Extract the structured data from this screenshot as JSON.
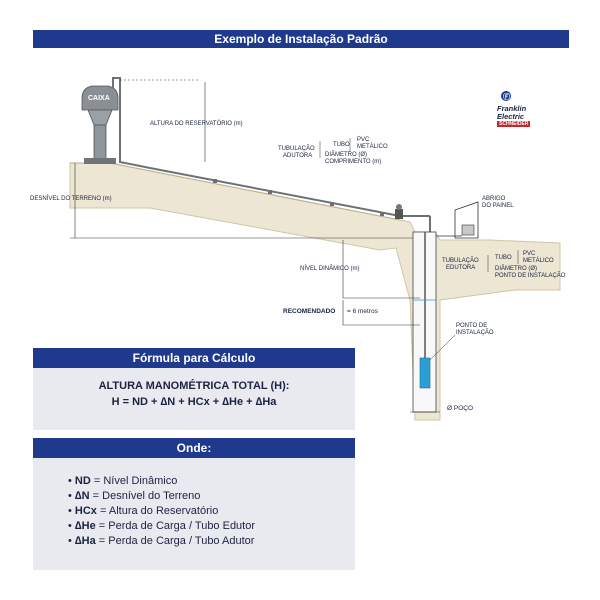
{
  "title": "Exemplo de Instalação Padrão",
  "brand": {
    "line1": "Franklin",
    "line2": "Electric",
    "tag": "SCHNEIDER"
  },
  "labels": {
    "caixa": "CAIXA",
    "altura_reservatorio": "ALTURA DO RESERVATÓRIO (m)",
    "tubulacao_adutora_1": "TUBULAÇÃO",
    "tubulacao_adutora_2": "ADUTORA",
    "tubo": "TUBO",
    "pvc": "PVC",
    "metalico": "METÁLICO",
    "diametro": "DIÂMETRO (Ø)",
    "comprimento": "COMPRIMENTO (m)",
    "desnivel": "DESNÍVEL DO TERRENO (m)",
    "abrigo_1": "ABRIGO",
    "abrigo_2": "DO PAINEL",
    "nivel_dinamico": "NÍVEL DINÂMICO (m)",
    "tubulacao_edutora_1": "TUBULAÇÃO",
    "tubulacao_edutora_2": "EDUTORA",
    "tubo_2": "TUBO",
    "pvc_2": "PVC",
    "metalico_2": "METÁLICO",
    "diametro_2": "DIÂMETRO (Ø)",
    "ponto_instalacao": "PONTO DE INSTALAÇÃO",
    "recomendado": "RECOMENDADO",
    "seis_metros": "= 6 metros",
    "ponto_de_1": "PONTO DE",
    "ponto_de_2": "INSTALAÇÃO",
    "poco": "Ø POÇO"
  },
  "formula": {
    "heading": "Fórmula para Cálculo",
    "line1": "ALTURA MANOMÉTRICA TOTAL (H):",
    "line2": "H = ND + ∆N + HCx + ∆He + ∆Ha"
  },
  "onde": {
    "heading": "Onde:",
    "items": [
      {
        "term": "ND",
        "desc": " = Nível Dinâmico"
      },
      {
        "term": "∆N",
        "desc": " = Desnível do Terreno"
      },
      {
        "term": "HCx",
        "desc": " = Altura do Reservatório"
      },
      {
        "term": "∆He",
        "desc": " = Perda de Carga / Tubo Edutor"
      },
      {
        "term": "∆Ha",
        "desc": " = Perda de Carga / Tubo Adutor"
      }
    ]
  },
  "colors": {
    "banner": "#1f3a8c",
    "ground": "#ece6d3",
    "pump": "#2a9fd6",
    "panel": "#e8eaef"
  }
}
